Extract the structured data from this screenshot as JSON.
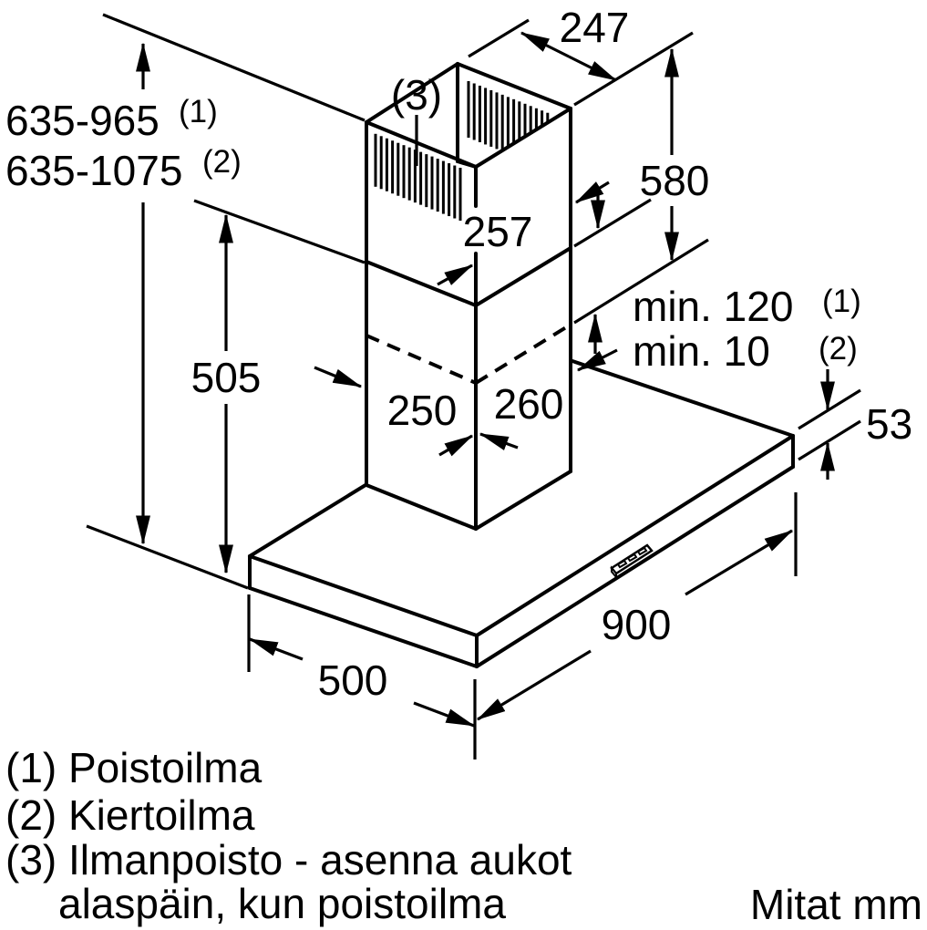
{
  "diagram": {
    "title_note": "Mitat mm",
    "colors": {
      "line": "#000000",
      "background": "#ffffff"
    },
    "labels": {
      "duct_top_width": "247",
      "duct_upper_height": "580",
      "duct_depth_mid": "257",
      "total_height_exhaust": "635-965",
      "total_height_exhaust_ref": "(1)",
      "total_height_recirc": "635-1075",
      "total_height_recirc_ref": "(2)",
      "vent_ref": "(3)",
      "lower_duct_height": "505",
      "min_overlap_exhaust": "min. 120",
      "min_overlap_exhaust_ref": "(1)",
      "min_overlap_recirc": "min. 10",
      "min_overlap_recirc_ref": "(2)",
      "chimney_left_width": "250",
      "chimney_right_width": "260",
      "body_height": "53",
      "body_width": "900",
      "body_depth": "500"
    },
    "legend": [
      "(1) Poistoilma",
      "(2) Kiertoilma",
      "(3) Ilmanpoisto - asenna aukot",
      "alaspäin, kun poistoilma"
    ]
  }
}
